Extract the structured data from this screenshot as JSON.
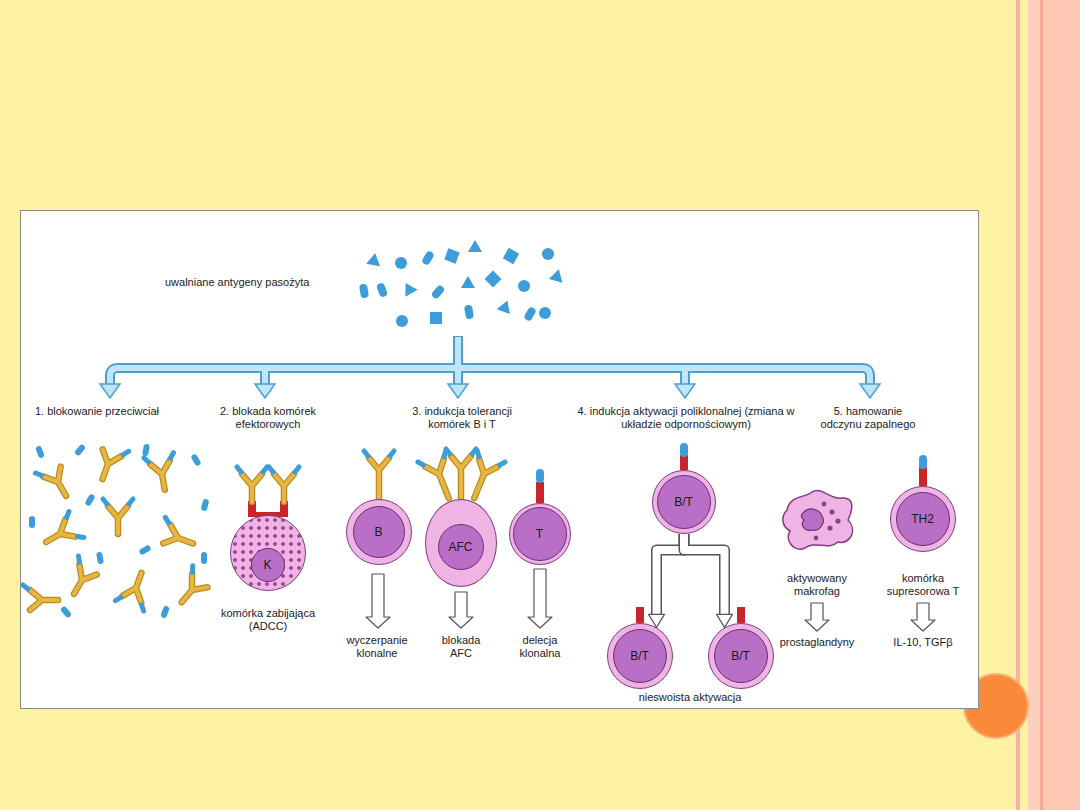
{
  "diagram": {
    "nodes": [
      {
        "text": [
          "K"
        ]
      },
      {
        "text": [
          "B"
        ]
      },
      {
        "text": [
          "AFC"
        ]
      },
      {
        "text": [
          "T"
        ]
      },
      {
        "text": [
          "B/T"
        ]
      },
      {
        "text": [
          "B/T"
        ]
      },
      {
        "text": [
          "B/T"
        ]
      },
      {
        "text": [
          "TH2"
        ]
      }
    ],
    "edges": [
      {
        "from": 4,
        "to": 5,
        "arrow": "to"
      },
      {
        "from": 4,
        "to": 6,
        "arrow": "to"
      }
    ],
    "labels": [
      "uwalniane antygeny pasożyta",
      "1. blokowanie przeciwciał",
      "2. blokada komórek efektorowych",
      "3. indukcja tolerancji komórek B i T",
      "4. indukcja aktywacji poliklonalnej (zmiana w układzie odpornościowym)",
      "5. hamowanie odczynu zapalnego",
      "komórka zabijająca (ADCC)",
      "wyczerpanie klonalne",
      "blokada AFC",
      "delecja klonalna",
      "nieswoista aktywacja",
      "aktywowany makrofag",
      "komórka supresorowa T",
      "prostaglandyny",
      "IL-10, TGFβ"
    ]
  }
}
